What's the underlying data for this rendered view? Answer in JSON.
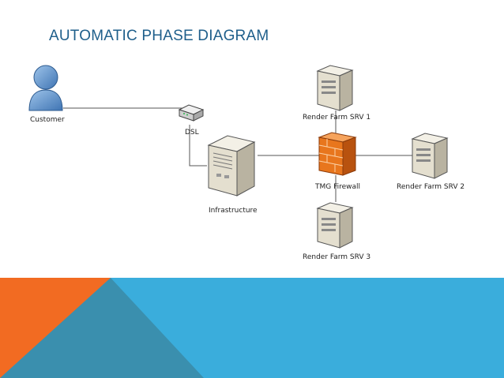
{
  "title": "AUTOMATIC PHASE DIAGRAM",
  "nodes": {
    "customer": "Customer",
    "dsl": "DSL",
    "infrastructure": "Infrastructure",
    "firewall": "TMG Firewall",
    "srv1": "Render Farm SRV 1",
    "srv2": "Render Farm SRV 2",
    "srv3": "Render Farm SRV 3"
  },
  "icons": {
    "customer": "user-icon",
    "dsl": "router-icon",
    "infrastructure": "server-tower-icon",
    "firewall": "firewall-icon",
    "server": "server-icon"
  },
  "colors": {
    "title": "#1f5f8b",
    "orange": "#f26b22",
    "teal": "#3a8fae",
    "blue": "#3aaddc",
    "firewall": "#e8761d"
  }
}
